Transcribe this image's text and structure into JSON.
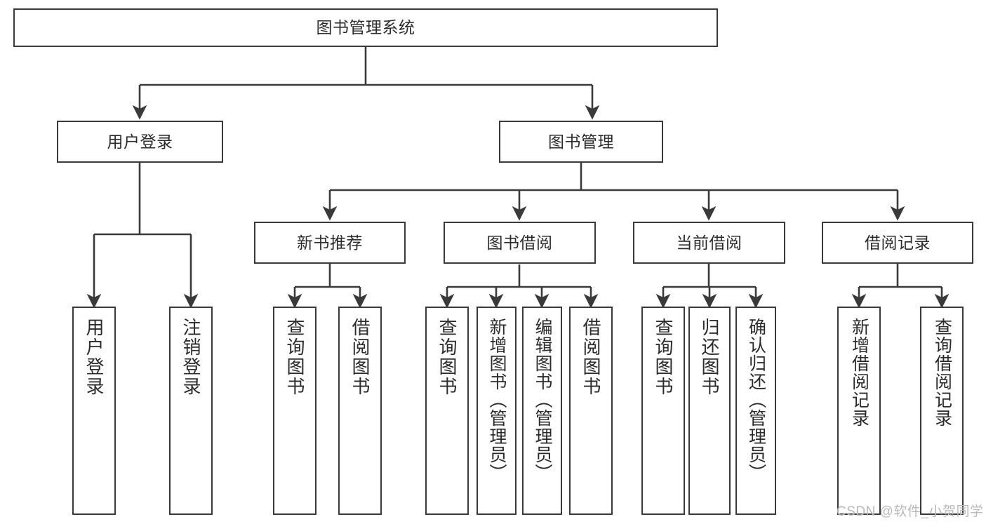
{
  "diagram": {
    "title": "图书管理系统",
    "watermark": "CSDN @软件_小贺同学",
    "stroke_color": "#3a3a3a",
    "background_color": "#ffffff",
    "text_color": "#2b2b2b",
    "watermark_color": "#b9b9b9",
    "root": {
      "label": "图书管理系统"
    },
    "level1": [
      {
        "label": "用户登录"
      },
      {
        "label": "图书管理"
      }
    ],
    "level2": [
      {
        "label": "新书推荐"
      },
      {
        "label": "图书借阅"
      },
      {
        "label": "当前借阅"
      },
      {
        "label": "借阅记录"
      }
    ],
    "leaves": {
      "user_login": [
        {
          "label": "用户登录"
        },
        {
          "label": "注销登录"
        }
      ],
      "new_book_recommend": [
        {
          "label": "查询图书"
        },
        {
          "label": "借阅图书"
        }
      ],
      "book_borrow": [
        {
          "label": "查询图书"
        },
        {
          "label": "新增图书（管理员）"
        },
        {
          "label": "编辑图书（管理员）"
        },
        {
          "label": "借阅图书"
        }
      ],
      "current_borrow": [
        {
          "label": "查询图书"
        },
        {
          "label": "归还图书"
        },
        {
          "label": "确认归还（管理员）"
        }
      ],
      "borrow_record": [
        {
          "label": "新增借阅记录"
        },
        {
          "label": "查询借阅记录"
        }
      ]
    }
  }
}
